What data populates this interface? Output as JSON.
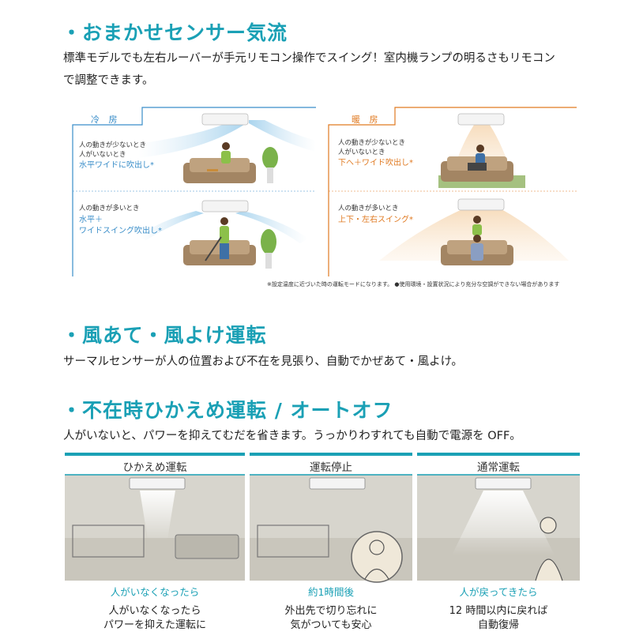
{
  "section1": {
    "heading": "・おまかせセンサー気流",
    "text_line1": "標準モデルでも左右ルーバーが手元リモコン操作でスイング！室内機ランプの明るさもリモコン",
    "text_line2": "で調整できます。",
    "cooling": {
      "mode": "冷 房",
      "few_line1": "人の動きが少ないとき",
      "few_line2": "人がいないとき",
      "few_action": "水平ワイドに吹出し*",
      "many_line1": "人の動きが多いとき",
      "many_action1": "水平＋",
      "many_action2": "ワイドスイング吹出し*"
    },
    "heating": {
      "mode": "暖 房",
      "few_line1": "人の動きが少ないとき",
      "few_line2": "人がいないとき",
      "few_action": "下へ＋ワイド吹出し*",
      "many_line1": "人の動きが多いとき",
      "many_action": "上下・左右スイング*"
    },
    "footnote": "※設定温度に近づいた時の運転モードになります。 ●使用環境・設置状況により充分な空調ができない場合があります"
  },
  "section2": {
    "heading": "・風あて・風よけ運転",
    "text": "サーマルセンサーが人の位置および不在を見張り、自動でかぜあて・風よけ。"
  },
  "section3": {
    "heading": "・不在時ひかえめ運転 / オートオフ",
    "text": "人がいないと、パワーを抑えてむだを省きます。うっかりわすれても自動で電源を OFF。",
    "panels": [
      {
        "title": "ひかえめ運転",
        "caption": "人がいなくなったら",
        "desc1": "人がいなくなったら",
        "desc2": "パワーを抑えた運転に"
      },
      {
        "title": "運転停止",
        "caption": "約1時間後",
        "desc1": "外出先で切り忘れに",
        "desc2": "気がついても安心"
      },
      {
        "title": "通常運転",
        "caption": "人が戻ってきたら",
        "desc1": "12 時間以内に戻れば",
        "desc2": "自動復帰"
      }
    ]
  },
  "colors": {
    "accent": "#1aa0b5",
    "cool_blue": "#3a8ec9",
    "warm_orange": "#e07a22"
  }
}
